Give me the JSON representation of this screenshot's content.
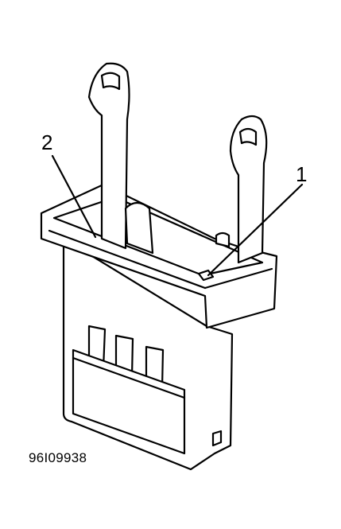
{
  "figure": {
    "callouts": [
      {
        "label": "2"
      },
      {
        "label": "1"
      }
    ],
    "figure_id": "96I09938",
    "colors": {
      "stroke": "#000000",
      "fill": "#ffffff"
    }
  }
}
